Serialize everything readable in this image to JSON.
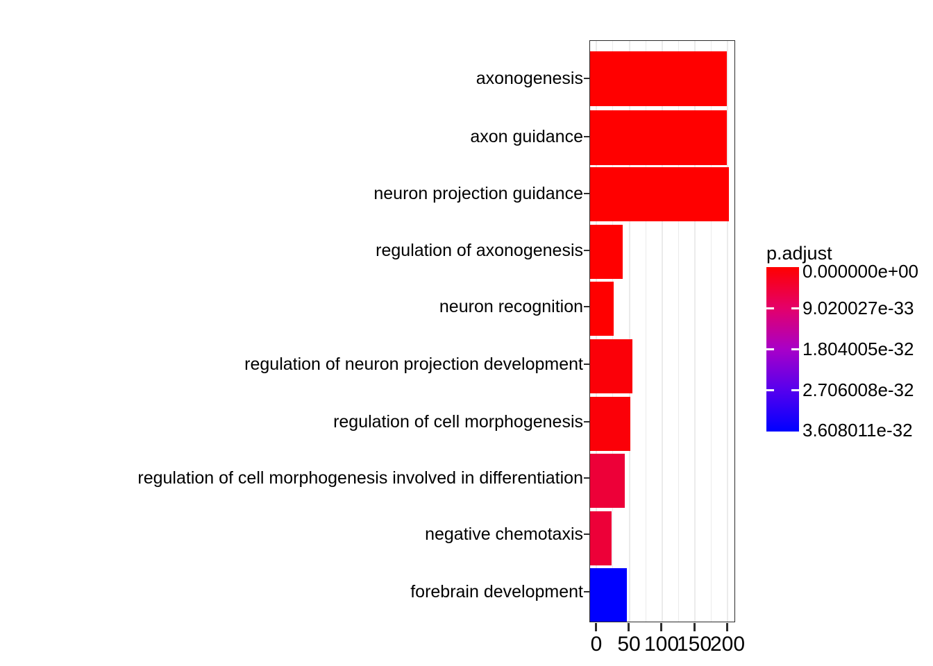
{
  "chart_data": {
    "type": "bar",
    "orientation": "horizontal",
    "title": "",
    "xlabel": "",
    "ylabel": "",
    "xlim": [
      0,
      210
    ],
    "xticks": [
      0,
      50,
      100,
      150,
      200
    ],
    "xticklabels": [
      "0",
      "50",
      "100",
      "150",
      "200"
    ],
    "grid": true,
    "categories": [
      "axonogenesis",
      "axon guidance",
      "neuron projection guidance",
      "regulation of axonogenesis",
      "neuron recognition",
      "regulation of neuron projection development",
      "regulation of cell morphogenesis",
      "regulation of cell morphogenesis involved in differentiation",
      "negative chemotaxis",
      "forebrain development"
    ],
    "values": [
      200,
      200,
      202,
      41,
      28,
      56,
      53,
      44,
      26,
      48
    ],
    "bar_colors": [
      "#ff0000",
      "#ff0000",
      "#ff0000",
      "#ff0000",
      "#ff0000",
      "#fb0008",
      "#fb0008",
      "#ed0038",
      "#ed0038",
      "#0000ff"
    ],
    "point_values": [
      {
        "category": "axonogenesis",
        "count": 200,
        "p.adjust": "0.000000e+00"
      },
      {
        "category": "axon guidance",
        "count": 200,
        "p.adjust": "0.000000e+00"
      },
      {
        "category": "neuron projection guidance",
        "count": 202,
        "p.adjust": "0.000000e+00"
      },
      {
        "category": "regulation of axonogenesis",
        "count": 41,
        "p.adjust": "0.000000e+00"
      },
      {
        "category": "neuron recognition",
        "count": 28,
        "p.adjust": "0.000000e+00"
      },
      {
        "category": "regulation of neuron projection development",
        "count": 56,
        "p.adjust": "1.0e-34"
      },
      {
        "category": "regulation of cell morphogenesis",
        "count": 53,
        "p.adjust": "1.0e-34"
      },
      {
        "category": "regulation of cell morphogenesis involved in differentiation",
        "count": 44,
        "p.adjust": "2.0e-33"
      },
      {
        "category": "negative chemotaxis",
        "count": 26,
        "p.adjust": "2.0e-33"
      },
      {
        "category": "forebrain development",
        "count": 48,
        "p.adjust": "3.608011e-32"
      }
    ],
    "legend": {
      "title": "p.adjust",
      "position": "right",
      "labels": [
        "0.000000e+00",
        "9.020027e-33",
        "1.804005e-32",
        "2.706008e-32",
        "3.608011e-32"
      ],
      "color_high": "#ff0000",
      "color_low": "#0000ff"
    }
  },
  "legend": {
    "title": "p.adjust",
    "labels": [
      "0.000000e+00",
      "9.020027e-33",
      "1.804005e-32",
      "2.706008e-32",
      "3.608011e-32"
    ]
  },
  "axis": {
    "x_ticklabels": [
      "0",
      "50",
      "100",
      "150",
      "200"
    ],
    "y_ticklabels": [
      "axonogenesis",
      "axon guidance",
      "neuron projection guidance",
      "regulation of axonogenesis",
      "neuron recognition",
      "regulation of neuron projection development",
      "regulation of cell morphogenesis",
      "regulation of cell morphogenesis involved in differentiation",
      "negative chemotaxis",
      "forebrain development"
    ]
  }
}
